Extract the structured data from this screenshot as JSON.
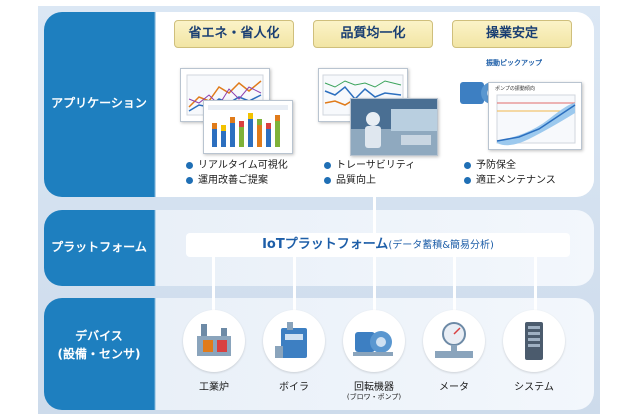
{
  "layers": {
    "application": "アプリケーション",
    "platform": "プラットフォーム",
    "devices_line1": "デバイス",
    "devices_line2": "(設備・センサ)"
  },
  "applications": [
    {
      "title": "省エネ・省人化",
      "bullets": [
        "リアルタイム可視化",
        "運用改善ご提案"
      ]
    },
    {
      "title": "品質均一化",
      "bullets": [
        "トレーサビリティ",
        "品質向上"
      ]
    },
    {
      "title": "操業安定",
      "bullets": [
        "予防保全",
        "適正メンテナンス"
      ]
    }
  ],
  "thumbnail_texts": {
    "vibration_label": "振動ピックアップ",
    "chart_caption": "ポンプの振動傾向"
  },
  "platform": {
    "name": "IoTプラットフォーム",
    "detail": "(データ蓄積&簡易分析)"
  },
  "devices": [
    {
      "label": "工業炉",
      "icon": "furnace-icon"
    },
    {
      "label": "ボイラ",
      "icon": "boiler-icon"
    },
    {
      "label": "回転機器",
      "sub": "(ブロワ・ポンプ)",
      "icon": "rotating-machine-icon"
    },
    {
      "label": "メータ",
      "icon": "meter-icon"
    },
    {
      "label": "システム",
      "icon": "server-icon"
    }
  ],
  "colors": {
    "layer_label_bg": "#1e7fbf",
    "title_text": "#1a3f73",
    "platform_text": "#1d5ea8"
  }
}
